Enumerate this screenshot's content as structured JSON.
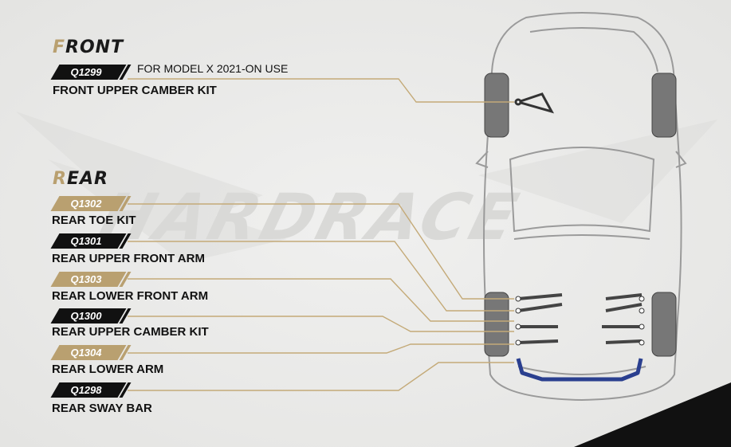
{
  "brand_watermark": "HARDRACE",
  "front": {
    "title_first": "F",
    "title_rest": "RONT",
    "note": "FOR MODEL X 2021-ON USE",
    "parts": [
      {
        "code": "Q1299",
        "name": "FRONT UPPER CAMBER KIT",
        "style": "dark"
      }
    ]
  },
  "rear": {
    "title_first": "R",
    "title_rest": "EAR",
    "parts": [
      {
        "code": "Q1302",
        "name": "REAR TOE KIT",
        "style": "gold"
      },
      {
        "code": "Q1301",
        "name": "REAR UPPER FRONT ARM",
        "style": "dark"
      },
      {
        "code": "Q1303",
        "name": "REAR LOWER FRONT ARM",
        "style": "gold"
      },
      {
        "code": "Q1300",
        "name": "REAR UPPER CAMBER KIT",
        "style": "dark"
      },
      {
        "code": "Q1304",
        "name": "REAR LOWER ARM",
        "style": "gold"
      },
      {
        "code": "Q1298",
        "name": "REAR SWAY BAR",
        "style": "dark"
      }
    ]
  },
  "colors": {
    "gold": "#b9a070",
    "dark": "#111111",
    "sway_bar": "#2a3f8f"
  }
}
